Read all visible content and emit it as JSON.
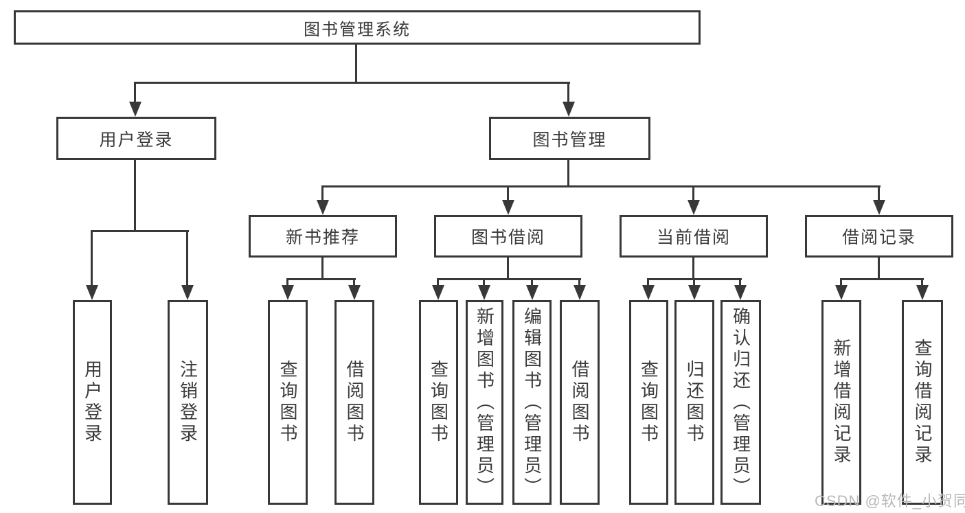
{
  "diagram": {
    "title": "图书管理系统",
    "colors": {
      "line": "#383838",
      "text": "#3a3a3a",
      "background": "#ffffff",
      "watermark_text_color": "#b9b9b9"
    },
    "level2": [
      {
        "label": "用户登录"
      },
      {
        "label": "图书管理"
      }
    ],
    "level3": [
      {
        "label": "新书推荐"
      },
      {
        "label": "图书借阅"
      },
      {
        "label": "当前借阅"
      },
      {
        "label": "借阅记录"
      }
    ],
    "level4": {
      "user_login": [
        "用户登录",
        "注销登录"
      ],
      "new_book": [
        "查询图书",
        "借阅图书"
      ],
      "book_borrow": [
        "查询图书",
        "新增图书（管理员）",
        "编辑图书（管理员）",
        "借阅图书"
      ],
      "current_borrow": [
        "查询图书",
        "归还图书",
        "确认归还（管理员）"
      ],
      "borrow_record": [
        "新增借阅记录",
        "查询借阅记录"
      ]
    },
    "watermark": "CSDN @软件_小贺同学"
  }
}
